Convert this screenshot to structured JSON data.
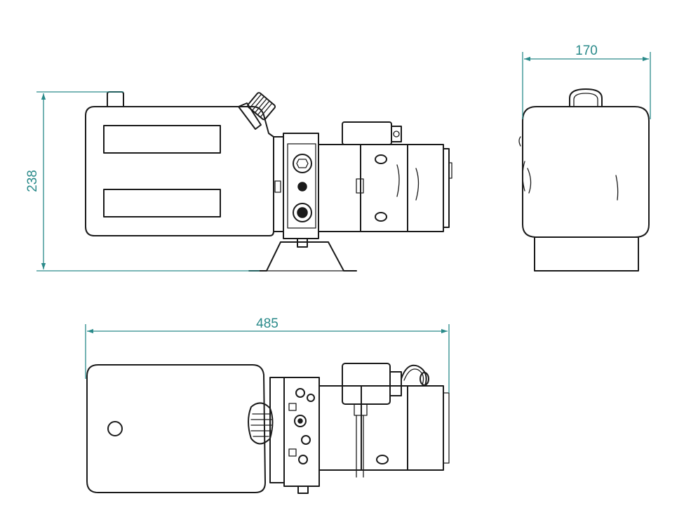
{
  "drawing": {
    "line_color": "#1a1a1a",
    "dimension_color": "#2a8a8a",
    "background": "#ffffff"
  },
  "dimensions": {
    "height": "238",
    "depth": "170",
    "length": "485"
  }
}
